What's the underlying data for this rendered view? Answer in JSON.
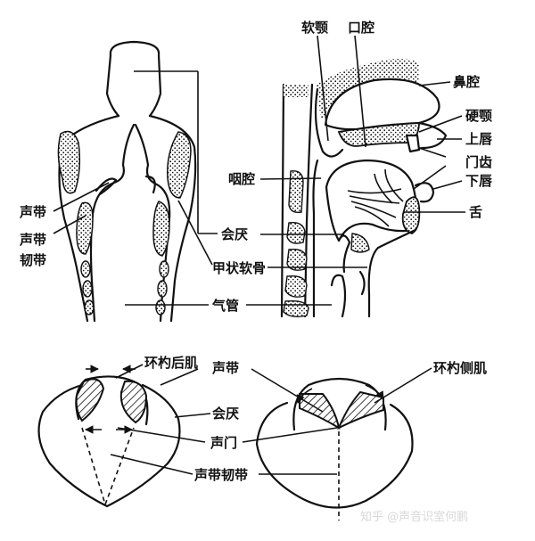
{
  "labels": {
    "soft_palate": "软颚",
    "oral_cavity": "口腔",
    "nasal_cavity": "鼻腔",
    "hard_palate": "硬颚",
    "upper_lip": "上唇",
    "incisors": "门齿",
    "lower_lip": "下唇",
    "tongue": "舌",
    "pharynx": "咽腔",
    "epiglottis_top": "会厌",
    "thyroid_cartilage": "甲状软骨",
    "trachea": "气管",
    "vocal_cord_left": "声带",
    "vocal_ligament_left_1": "声带",
    "vocal_ligament_left_2": "韧带",
    "posterior_cricoarytenoid": "环杓后肌",
    "vocal_cord_bottom": "声带",
    "lateral_cricoarytenoid": "环杓侧肌",
    "epiglottis_bottom": "会厌",
    "glottis": "声门",
    "vocal_ligament_bottom": "声带韧带"
  },
  "watermark": "知乎 @声音识室何鹏"
}
